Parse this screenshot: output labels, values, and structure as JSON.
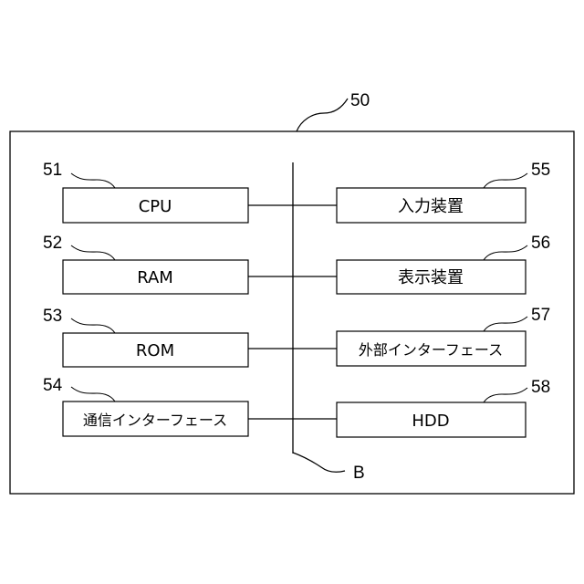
{
  "diagram": {
    "outer_ref": "50",
    "bus_ref": "B",
    "left_boxes": [
      {
        "ref": "51",
        "label": "CPU"
      },
      {
        "ref": "52",
        "label": "RAM"
      },
      {
        "ref": "53",
        "label": "ROM"
      },
      {
        "ref": "54",
        "label": "通信インターフェース"
      }
    ],
    "right_boxes": [
      {
        "ref": "55",
        "label": "入力装置"
      },
      {
        "ref": "56",
        "label": "表示装置"
      },
      {
        "ref": "57",
        "label": "外部インターフェース"
      },
      {
        "ref": "58",
        "label": "HDD"
      }
    ]
  }
}
